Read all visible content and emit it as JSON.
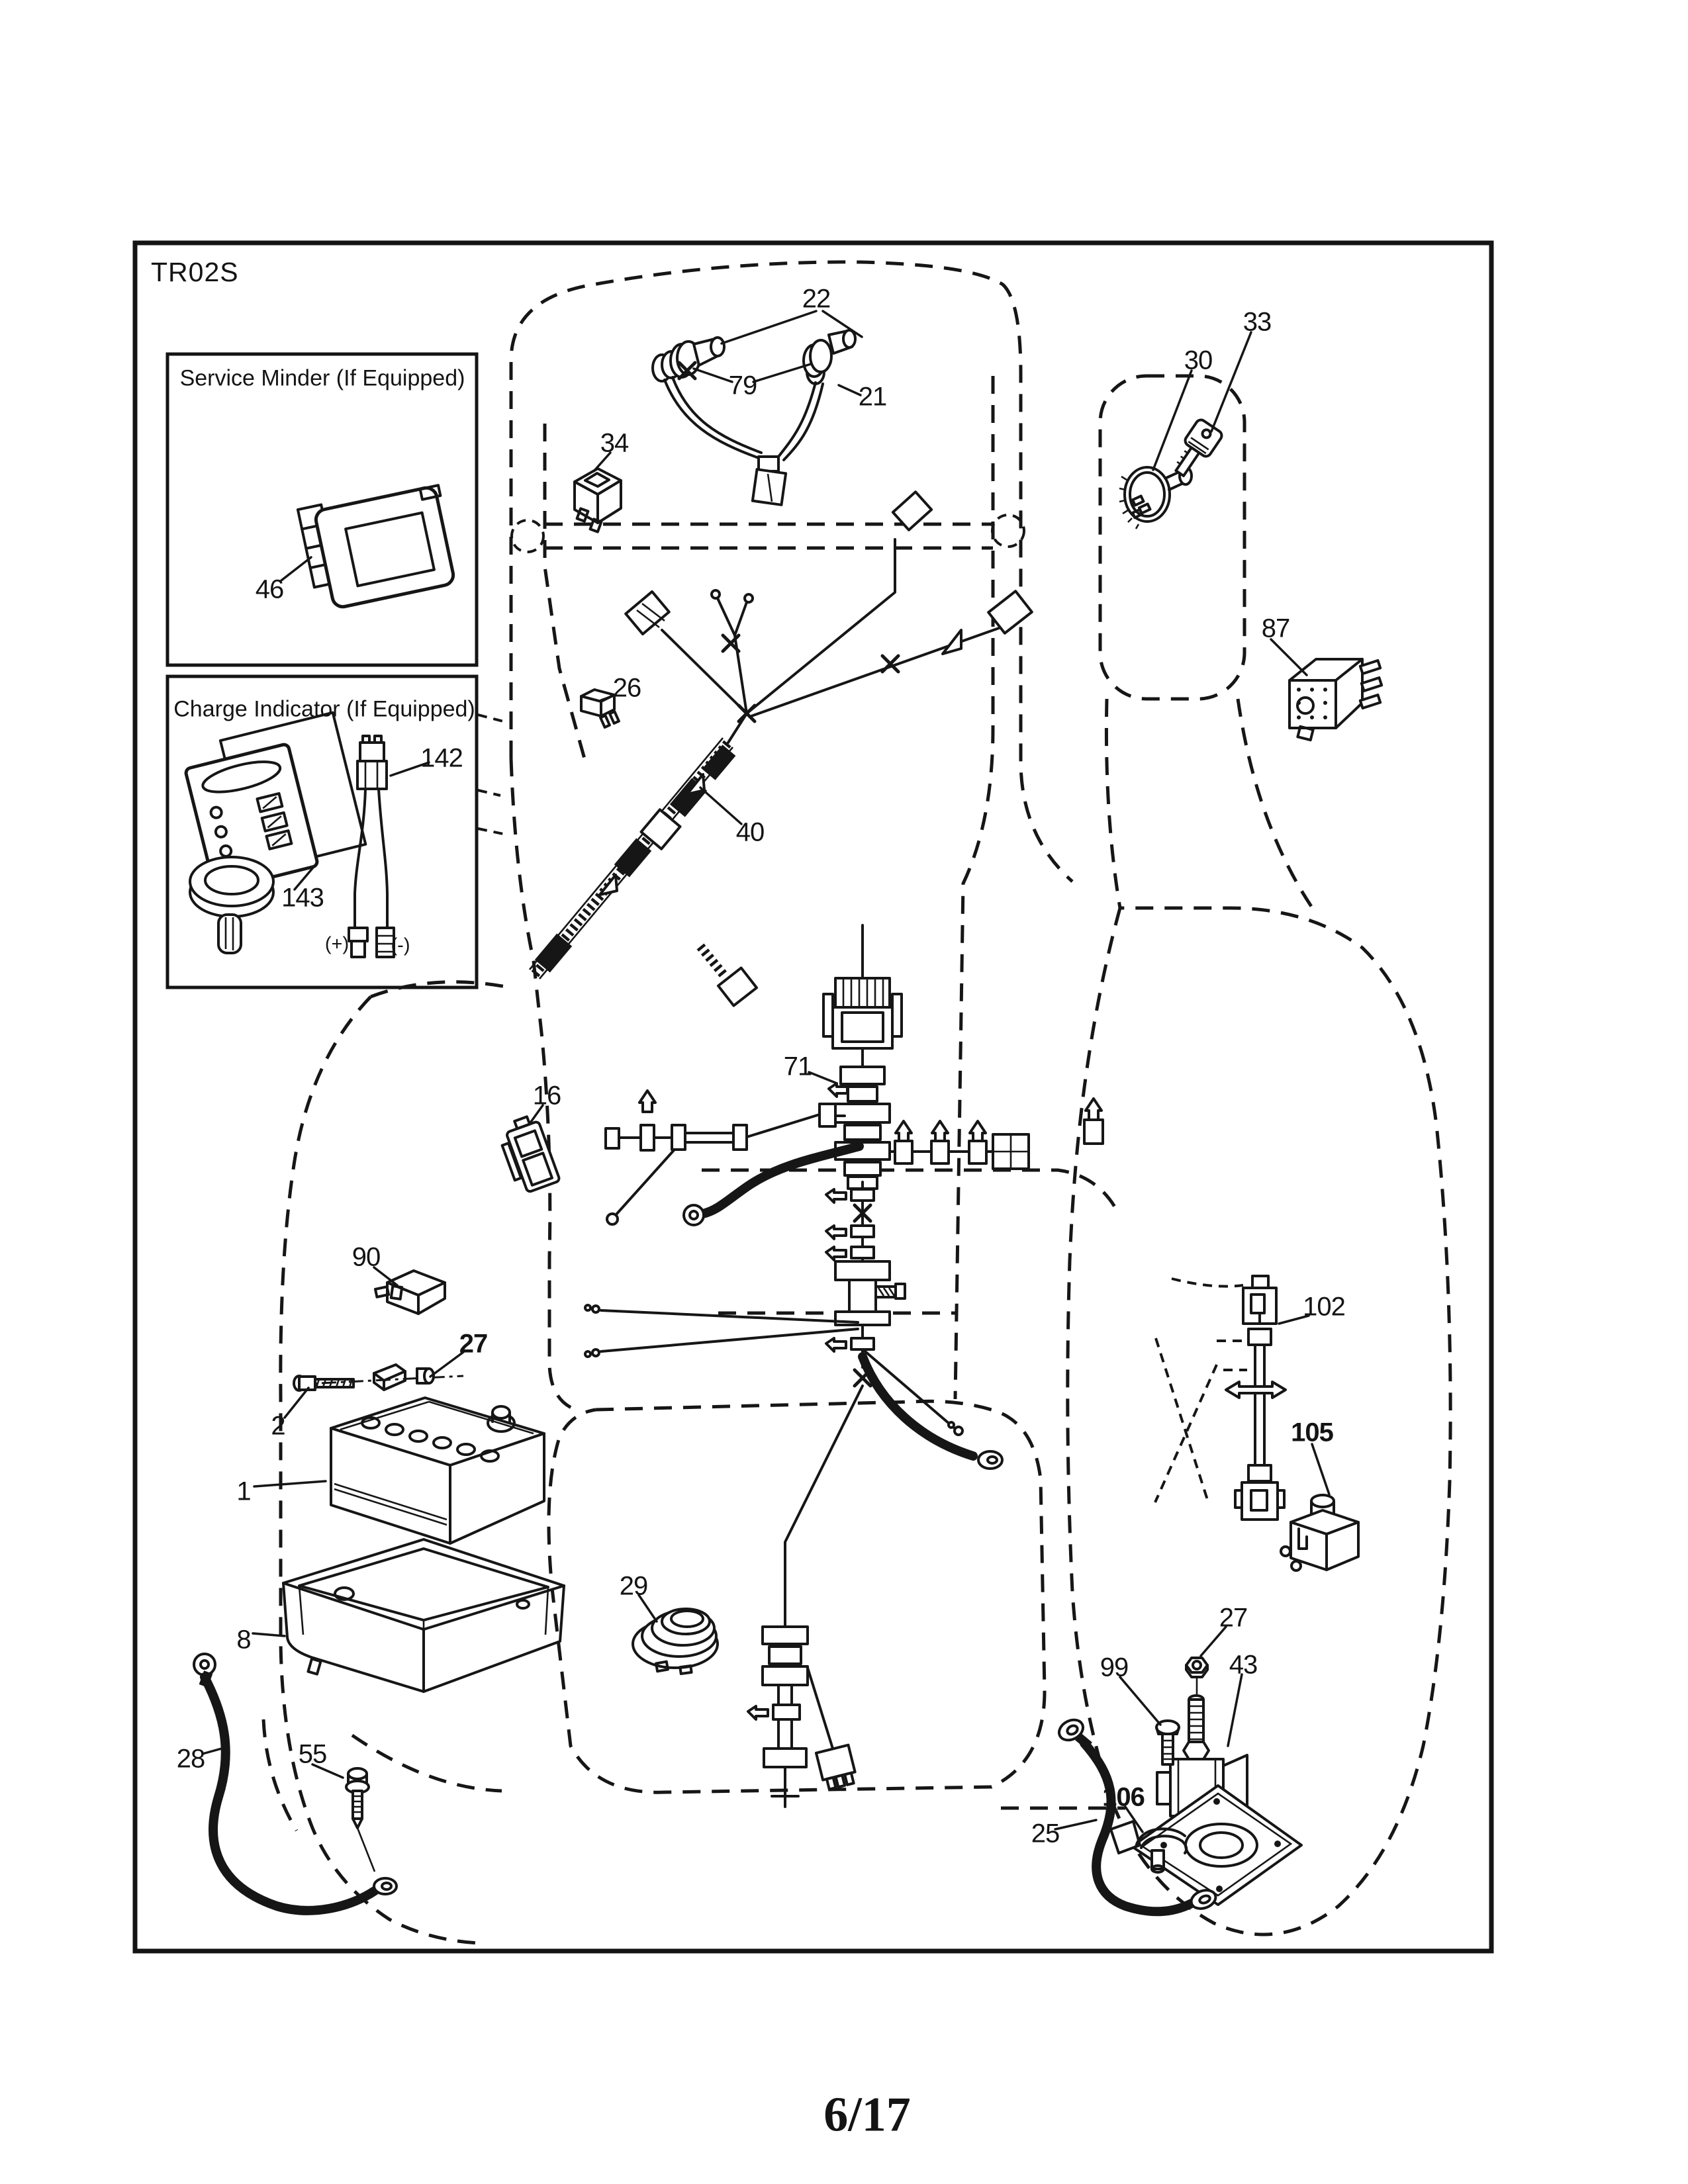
{
  "page": {
    "model": "TR02S",
    "number": "6/17"
  },
  "insets": {
    "service_minder": {
      "title": "Service Minder (If Equipped)"
    },
    "charge_indicator": {
      "title": "Charge Indicator (If Equipped)",
      "positive": "(+)",
      "negative": "(-)"
    }
  },
  "callouts": {
    "bulb": "22",
    "lamp_harness": "79",
    "lamp_wire": "21",
    "light_switch": "34",
    "ignition_switch": "30",
    "key": "33",
    "relay": "87",
    "fuse": "26",
    "main_harness": "40",
    "connector": "16",
    "center_harness": "71",
    "terminal_cover": "90",
    "battery_nut": "27",
    "battery_bolt": "2",
    "battery": "1",
    "battery_box": "8",
    "ground_cable": "28",
    "screw": "55",
    "hour_meter": "29",
    "wire_assembly": "102",
    "interlock": "105",
    "solenoid_nut": "27",
    "solenoid_bolt": "99",
    "solenoid": "43",
    "clip": "106",
    "starter_cable": "25",
    "service_meter": "46",
    "indicator_harness": "142",
    "indicator_gauge": "143"
  }
}
